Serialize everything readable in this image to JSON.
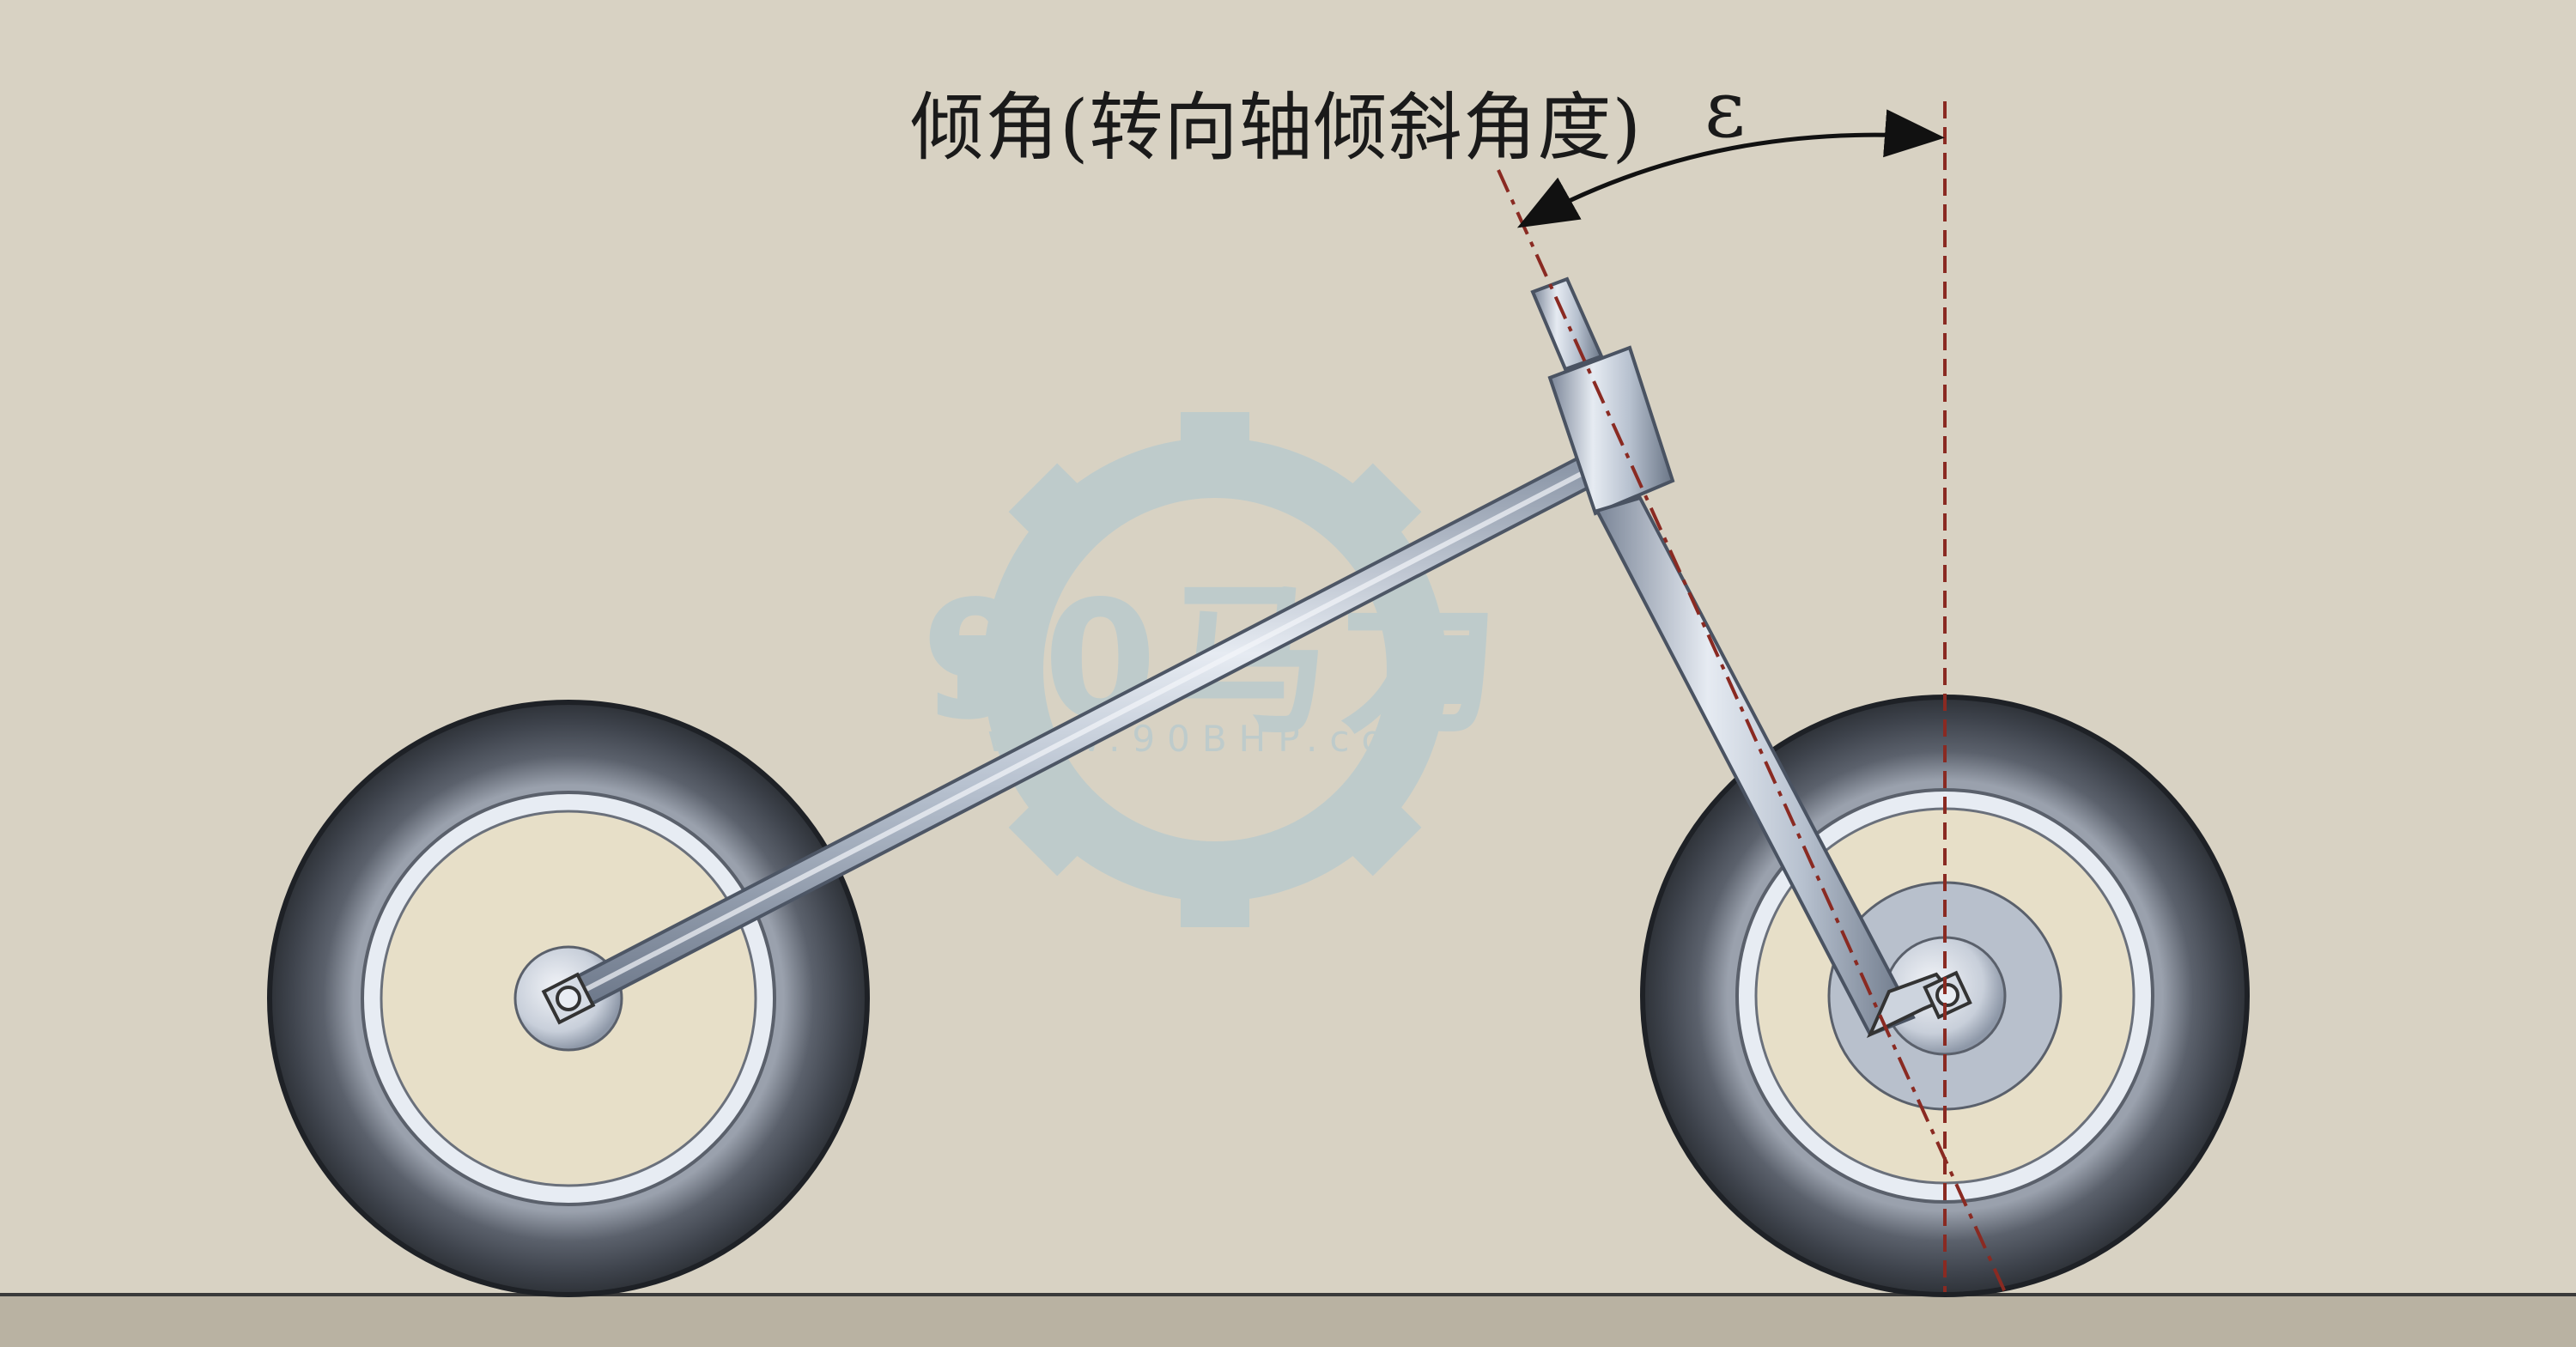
{
  "diagram": {
    "caption": "倾角(转向轴倾斜角度)",
    "angle_symbol": "ε"
  },
  "watermark": {
    "brand": "90马力",
    "url": "www.90BHP.com"
  },
  "colors": {
    "background": "#d8d2c3",
    "ground": "#b9b2a2",
    "tube": "#aeb8c6",
    "tire": "#4a4f5a",
    "rim_light": "#e2e6ee",
    "axis_dashed": "#8a2a22",
    "arrow": "#111111",
    "watermark": "#a9c7d3"
  }
}
